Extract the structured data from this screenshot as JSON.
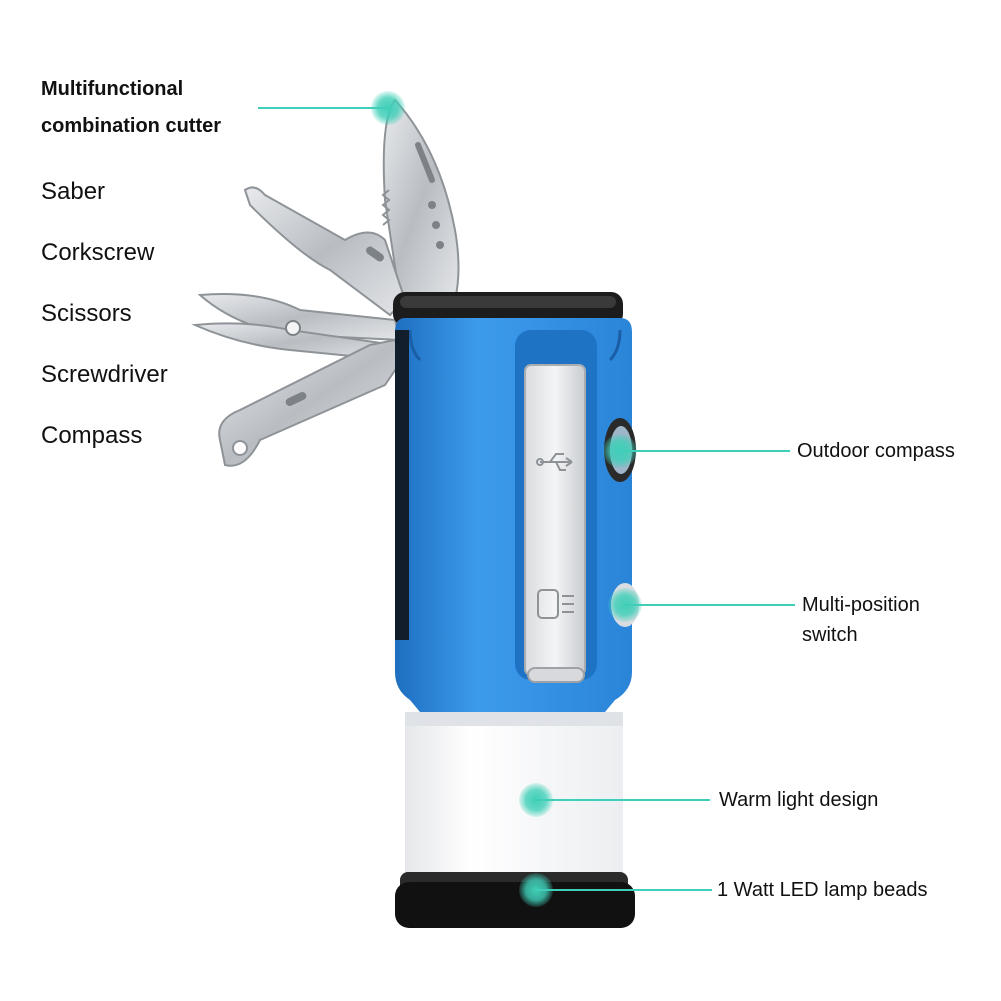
{
  "left_labels": {
    "cutter_line1": "Multifunctional",
    "cutter_line2": "combination cutter",
    "saber": "Saber",
    "corkscrew": "Corkscrew",
    "scissors": "Scissors",
    "screwdriver": "Screwdriver",
    "compass": "Compass"
  },
  "callouts": {
    "outdoor_compass": "Outdoor compass",
    "switch_line1": "Multi-position",
    "switch_line2": "switch",
    "warm_light": "Warm light design",
    "led_beads": "1 Watt LED lamp beads"
  },
  "colors": {
    "accent": "#3fcfb8",
    "body_blue": "#2f8fe0",
    "steel": "#cfd2d6",
    "diffuser": "#f3f4f6",
    "cap": "#1c1c1c"
  }
}
